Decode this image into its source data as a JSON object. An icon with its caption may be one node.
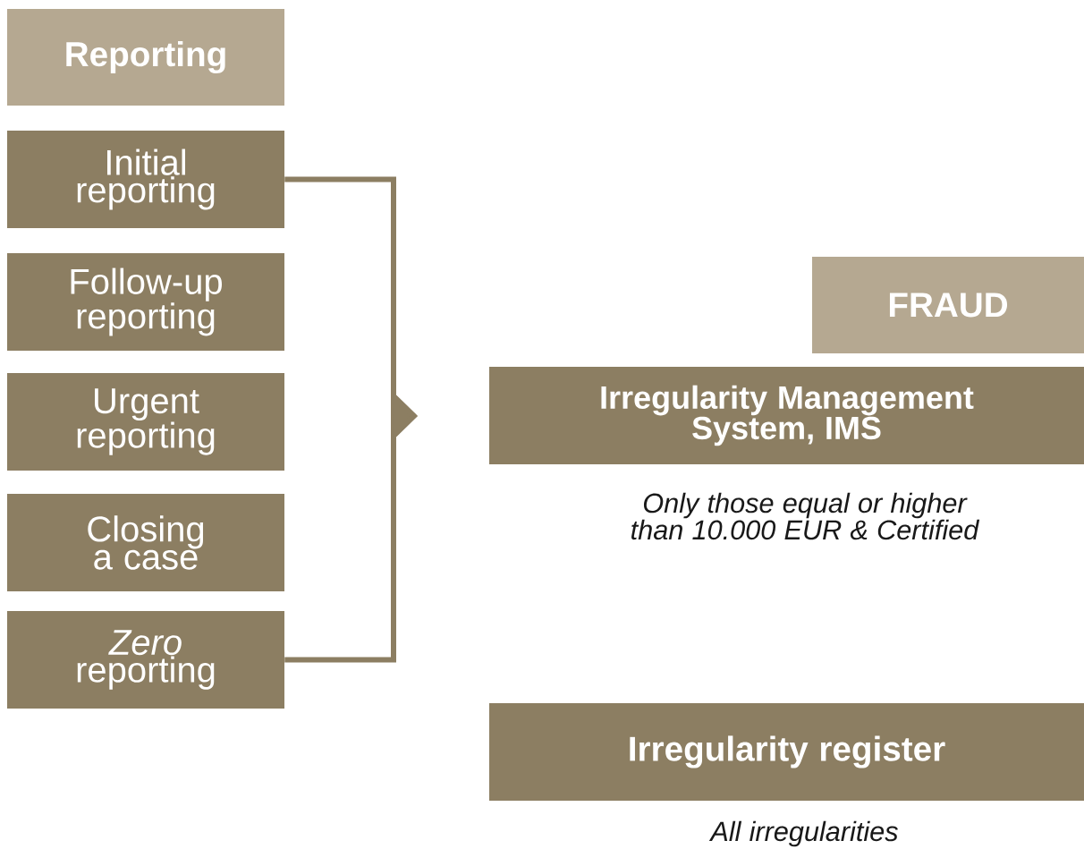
{
  "diagram": {
    "nodes": [
      {
        "text": [
          "Reporting"
        ]
      },
      {
        "text": [
          "Initial reporting"
        ]
      },
      {
        "text": [
          "Follow-up reporting"
        ]
      },
      {
        "text": [
          "Urgent reporting"
        ]
      },
      {
        "text": [
          "Closing a case"
        ]
      },
      {
        "text": [
          "*Zero* reporting"
        ]
      },
      {
        "text": [
          "FRAUD"
        ]
      },
      {
        "text": [
          "Irregularity Management System, IMS"
        ],
        "beside": [
          "Only those equal or higher than 10.000 EUR & Certified"
        ]
      },
      {
        "text": [
          "Irregularity register"
        ],
        "beside": [
          "All irregularities"
        ]
      }
    ],
    "edges": [
      {
        "from": 1,
        "to": null,
        "arrow": "to"
      },
      {
        "from": 5,
        "to": null,
        "arrow": "to"
      }
    ]
  }
}
